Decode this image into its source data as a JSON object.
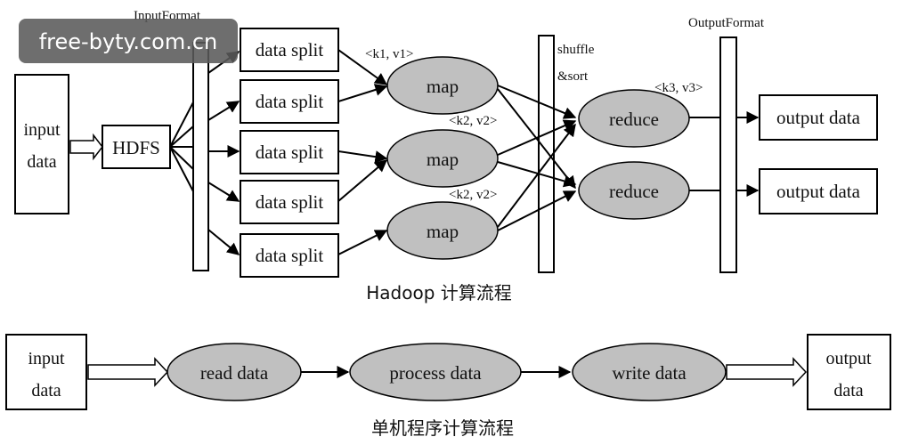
{
  "watermark": "free-byty.com.cn",
  "hadoop": {
    "input_format": "InputFormat",
    "output_format": "OutputFormat",
    "input_line1": "input",
    "input_line2": "data",
    "hdfs": "HDFS",
    "split_label": "data split",
    "map_label": "map",
    "reduce_label": "reduce",
    "shuffle_line1": "shuffle",
    "shuffle_line2": "&sort",
    "kv_k1v1": "<k1, v1>",
    "kv_k2v2_a": "<k2, v2>",
    "kv_k2v2_b": "<k2, v2>",
    "kv_k3v3": "<k3, v3>",
    "output_label": "output data",
    "caption": "Hadoop 计算流程"
  },
  "single": {
    "input_line1": "input",
    "input_line2": "data",
    "read": "read data",
    "process": "process data",
    "write": "write data",
    "output_line1": "output",
    "output_line2": "data",
    "caption": "单机程序计算流程"
  },
  "colors": {
    "node_fill": "#c0c0c0",
    "stroke": "#000000",
    "watermark_bg": "#5a5a5a"
  }
}
